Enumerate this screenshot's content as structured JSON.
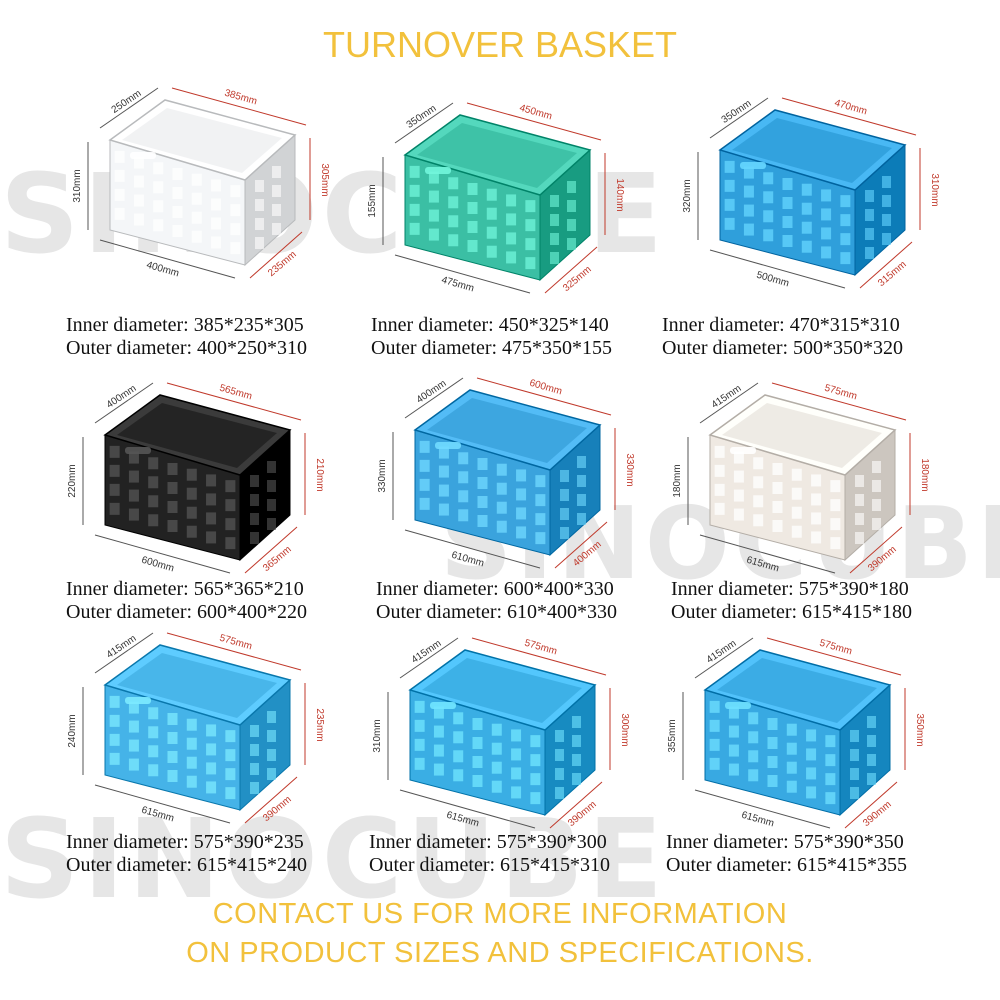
{
  "title": "TURNOVER BASKET",
  "watermark": "SINOCUBE",
  "colors": {
    "title": "#f2c13c",
    "dim_red": "#c0392b",
    "dim_black": "#333333"
  },
  "baskets": [
    {
      "color": "#f4f6f8",
      "dims": {
        "top_left": "250mm",
        "top_right": "385mm",
        "left": "310mm",
        "right": "305mm",
        "bottom_left": "400mm",
        "bottom_right": "235mm"
      },
      "inner": "Inner diameter: 385*235*305",
      "outer": "Outer diameter: 400*250*310"
    },
    {
      "color": "#3bbfa4",
      "dims": {
        "top_left": "350mm",
        "top_right": "450mm",
        "left": "155mm",
        "right": "140mm",
        "bottom_left": "475mm",
        "bottom_right": "325mm"
      },
      "inner": "Inner diameter: 450*325*140",
      "outer": "Outer diameter: 475*350*155"
    },
    {
      "color": "#2f9fdb",
      "dims": {
        "top_left": "350mm",
        "top_right": "470mm",
        "left": "320mm",
        "right": "310mm",
        "bottom_left": "500mm",
        "bottom_right": "315mm"
      },
      "inner": "Inner diameter: 470*315*310",
      "outer": "Outer diameter: 500*350*320"
    },
    {
      "color": "#222222",
      "dims": {
        "top_left": "400mm",
        "top_right": "565mm",
        "left": "220mm",
        "right": "210mm",
        "bottom_left": "600mm",
        "bottom_right": "365mm"
      },
      "inner": "Inner diameter: 565*365*210",
      "outer": "Outer diameter: 600*400*220"
    },
    {
      "color": "#3aa3dd",
      "dims": {
        "top_left": "400mm",
        "top_right": "600mm",
        "left": "330mm",
        "right": "330mm",
        "bottom_left": "610mm",
        "bottom_right": "400mm"
      },
      "inner": "Inner diameter: 600*400*330",
      "outer": "Outer diameter: 610*400*330"
    },
    {
      "color": "#efe9e2",
      "dims": {
        "top_left": "415mm",
        "top_right": "575mm",
        "left": "180mm",
        "right": "180mm",
        "bottom_left": "615mm",
        "bottom_right": "390mm"
      },
      "inner": "Inner diameter: 575*390*180",
      "outer": "Outer diameter: 615*415*180"
    },
    {
      "color": "#45b3e8",
      "dims": {
        "top_left": "415mm",
        "top_right": "575mm",
        "left": "240mm",
        "right": "235mm",
        "bottom_left": "615mm",
        "bottom_right": "390mm"
      },
      "inner": "Inner diameter: 575*390*235",
      "outer": "Outer diameter: 615*415*240"
    },
    {
      "color": "#3aaee4",
      "dims": {
        "top_left": "415mm",
        "top_right": "575mm",
        "left": "310mm",
        "right": "300mm",
        "bottom_left": "615mm",
        "bottom_right": "390mm"
      },
      "inner": "Inner diameter: 575*390*300",
      "outer": "Outer diameter: 615*415*310"
    },
    {
      "color": "#38a9e2",
      "dims": {
        "top_left": "415mm",
        "top_right": "575mm",
        "left": "355mm",
        "right": "350mm",
        "bottom_left": "615mm",
        "bottom_right": "390mm"
      },
      "inner": "Inner diameter: 575*390*350",
      "outer": "Outer diameter: 615*415*355"
    }
  ],
  "footer": {
    "line1": "CONTACT US FOR MORE INFORMATION",
    "line2": "ON PRODUCT SIZES AND SPECIFICATIONS."
  }
}
